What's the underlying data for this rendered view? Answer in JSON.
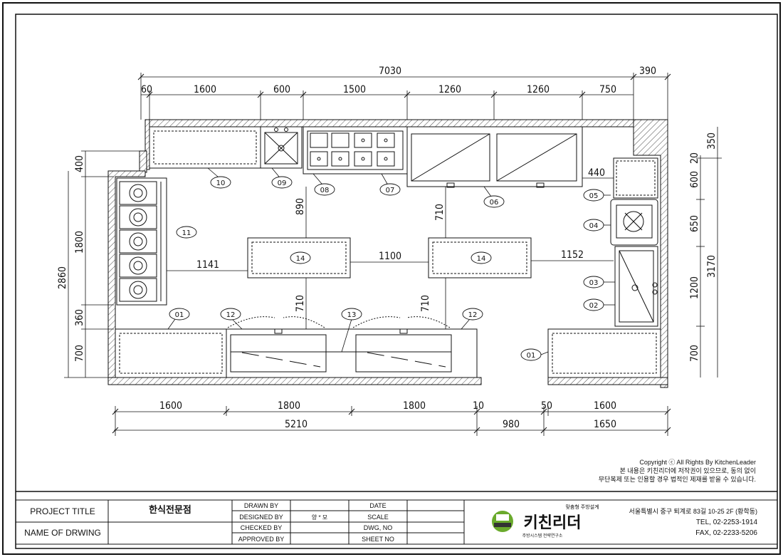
{
  "plan": {
    "dims_top": {
      "overall": "7030",
      "right": "390",
      "segments": [
        "60",
        "1600",
        "600",
        "1500",
        "1260",
        "1260",
        "750"
      ]
    },
    "dims_left": {
      "a": "400",
      "b": "1800",
      "c": "2860",
      "d": "360",
      "e": "700"
    },
    "dims_right": {
      "a": "350",
      "b": "20",
      "c": "600",
      "d": "650",
      "e": "1200",
      "f": "700",
      "g": "3170"
    },
    "dims_interior": {
      "d890": "890",
      "d710a": "710",
      "d440": "440",
      "d1141": "1141",
      "d1100": "1100",
      "d1152": "1152",
      "d710b": "710",
      "d710c": "710"
    },
    "dims_bottom1": [
      "1600",
      "1800",
      "1800",
      "10",
      "50",
      "1600"
    ],
    "dims_bottom2": [
      "5210",
      "980",
      "1650"
    ],
    "tags": {
      "t10": "10",
      "t09": "09",
      "t08": "08",
      "t07": "07",
      "t06": "06",
      "t05": "05",
      "t04": "04",
      "t03": "03",
      "t02": "02",
      "t11": "11",
      "t14a": "14",
      "t14b": "14",
      "t01a": "01",
      "t12a": "12",
      "t13": "13",
      "t12b": "12",
      "t01b": "01"
    },
    "copyright": [
      "Copyright ⓒ All Rights By KitchenLeader",
      "본 내용은 키친리더에 저작권이 있으므로, 동의 없이",
      "무단복제 또는 인용할 경우 법적인 제재를 받을 수 있습니다."
    ]
  },
  "title_block": {
    "project_title_label": "PROJECT TITLE",
    "project_title_value": "한식전문점",
    "drawing_name_label": "NAME OF DRWING",
    "drawn_by": "DRAWN BY",
    "designed_by": "DESIGNED BY",
    "designer": "양 * 모",
    "checked_by": "CHECKED BY",
    "approved_by": "APPROVED BY",
    "date": "DATE",
    "scale": "SCALE",
    "dwg_no": "DWG, NO",
    "sheet_no": "SHEET NO",
    "logo_slogan": "맞춤형 주방설계",
    "logo_name": "키친리더",
    "logo_sub": "주방시스템 전략연구소",
    "address": "서울특별시 중구 퇴계로 83길 10-25 2F (황학동)",
    "tel": "TEL, 02-2253-1914",
    "fax": "FAX, 02-2233-5206"
  },
  "colors": {
    "ink": "#111111",
    "logo_green": "#6aaa2c",
    "logo_dark": "#333333"
  }
}
